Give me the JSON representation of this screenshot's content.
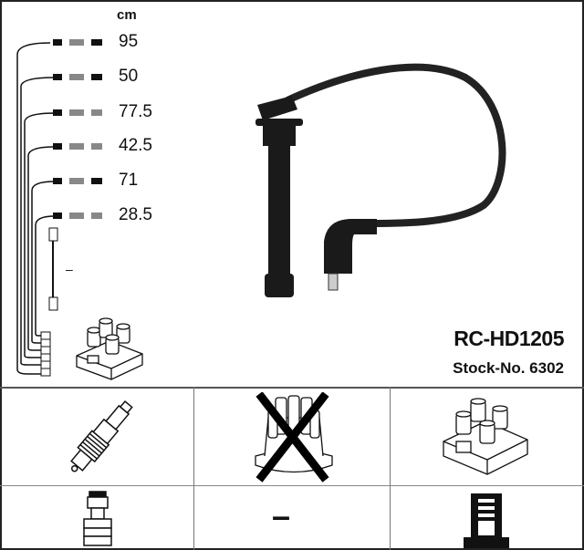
{
  "diagram": {
    "unit_label": "cm",
    "cable_lengths": [
      "95",
      "50",
      "77.5",
      "42.5",
      "71",
      "28.5"
    ],
    "coil_lead_label": "–",
    "product_code": "RC-HD1205",
    "stock_number": "Stock-No. 6302"
  },
  "components": {
    "spark_plug": {
      "icon": "spark-plug-icon"
    },
    "distributor_cap": {
      "icon": "distributor-cap-icon",
      "status": "not-applicable"
    },
    "ignition_coil": {
      "icon": "ignition-coil-icon"
    },
    "plug_connector": {
      "icon": "plug-terminal-icon"
    },
    "distributor_connector": {
      "label": "–"
    },
    "coil_connector": {
      "icon": "coil-terminal-icon"
    }
  }
}
